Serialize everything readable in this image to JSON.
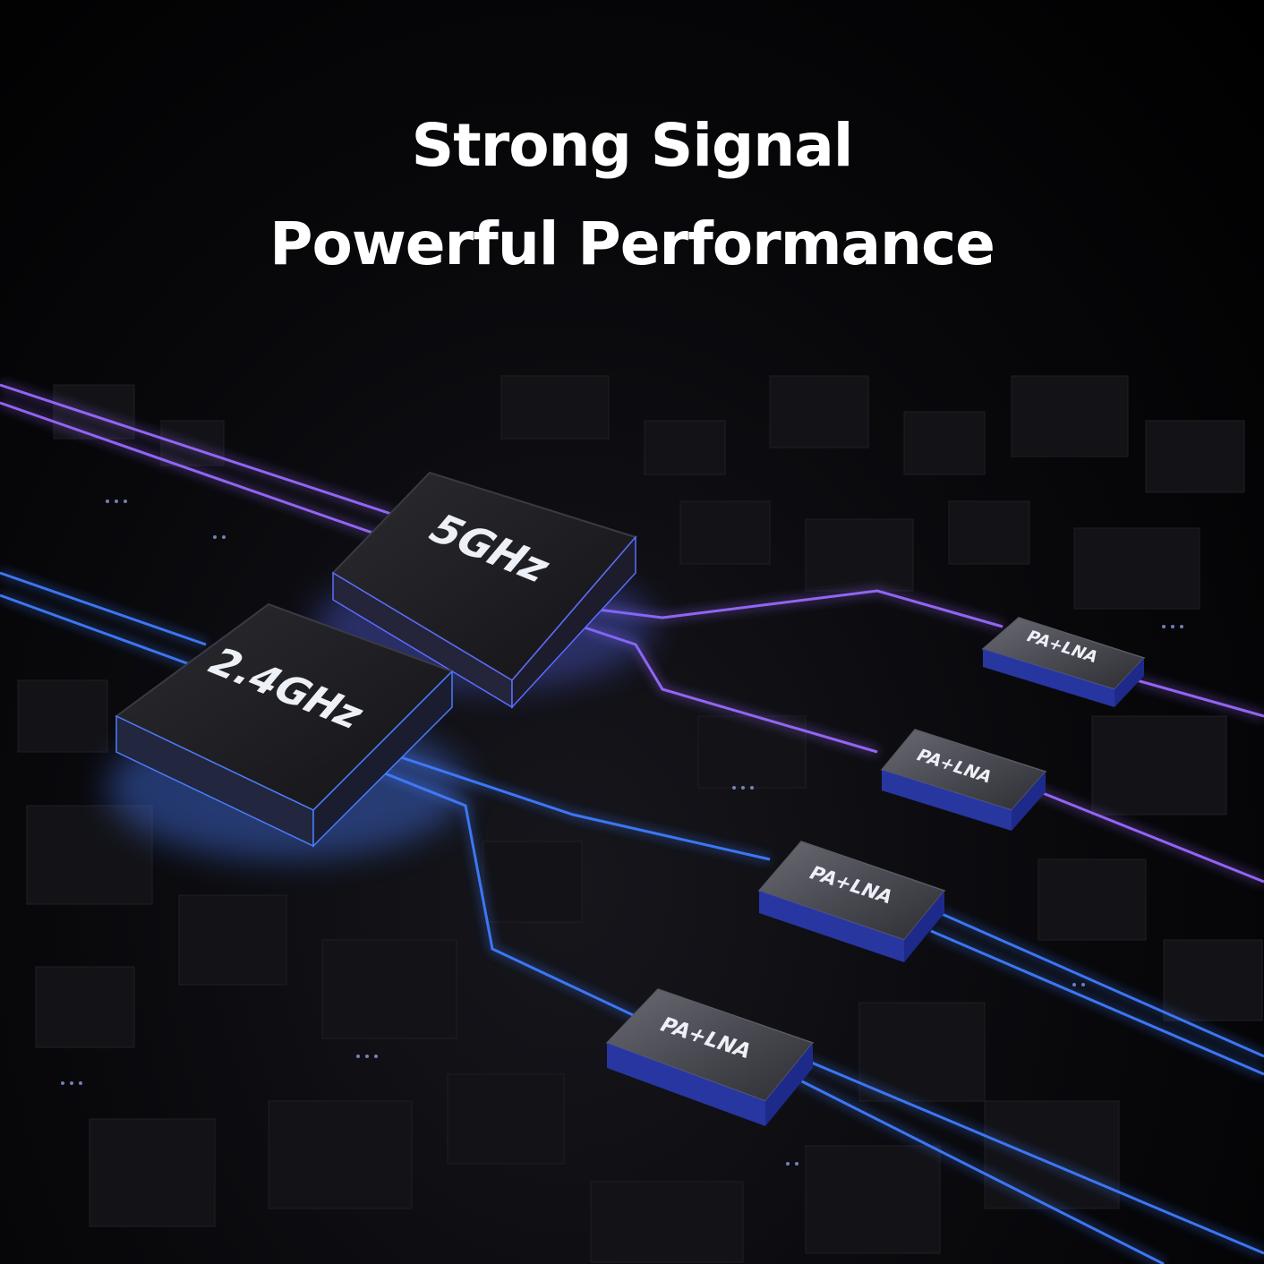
{
  "headline": {
    "line1": "Strong Signal",
    "line2": "Powerful Performance"
  },
  "chips": {
    "band_5ghz": "5GHz",
    "band_24ghz": "2.4GHz",
    "amp_1": "PA+LNA",
    "amp_2": "PA+LNA",
    "amp_3": "PA+LNA",
    "amp_4": "PA+LNA"
  },
  "colors": {
    "background": "#000000",
    "text": "#ffffff",
    "trace_violet": "#9a6bff",
    "trace_blue": "#3f7bff",
    "chip_glow": "#4a63ff"
  }
}
